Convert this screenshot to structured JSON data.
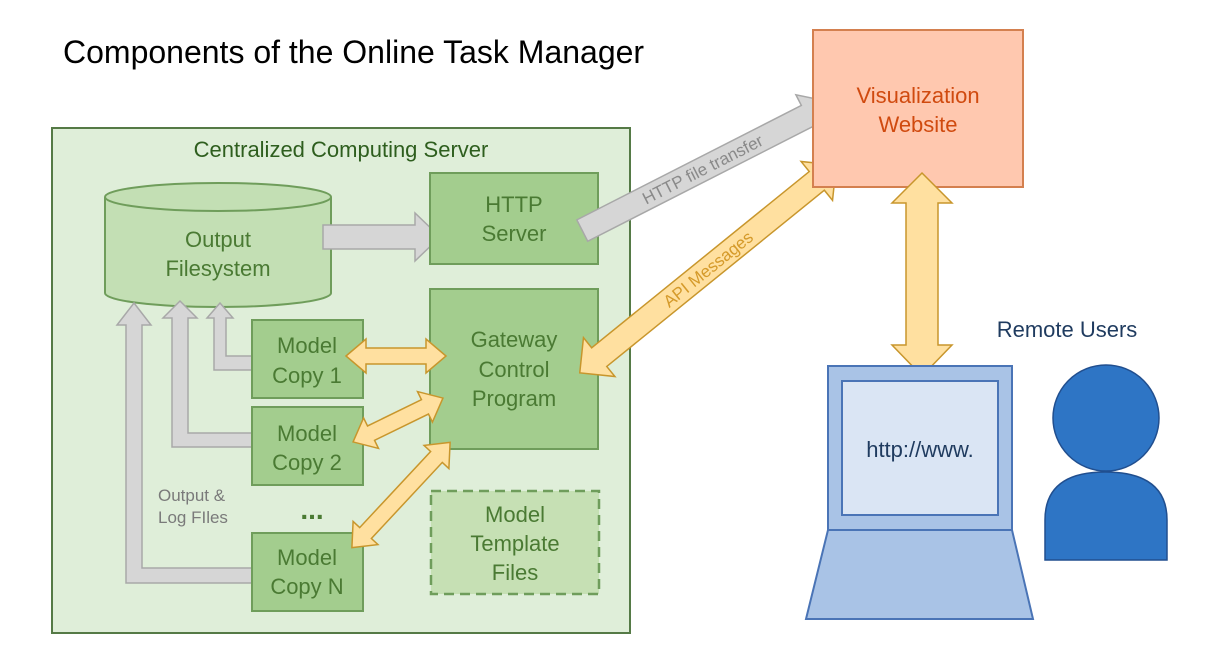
{
  "title": "Components of the Online Task Manager",
  "server": {
    "label": "Centralized Computing Server"
  },
  "filesystem": {
    "line1": "Output",
    "line2": "Filesystem"
  },
  "http_server": {
    "line1": "HTTP",
    "line2": "Server"
  },
  "gateway": {
    "line1": "Gateway",
    "line2": "Control",
    "line3": "Program"
  },
  "models": [
    {
      "line1": "Model",
      "line2": "Copy 1"
    },
    {
      "line1": "Model",
      "line2": "Copy 2"
    },
    {
      "line1": "Model",
      "line2": "Copy N"
    }
  ],
  "ellipsis": "...",
  "template": {
    "line1": "Model",
    "line2": "Template",
    "line3": "Files"
  },
  "output_log": {
    "line1": "Output &",
    "line2": "Log FIles"
  },
  "website": {
    "line1": "Visualization",
    "line2": "Website"
  },
  "arrows": {
    "http_transfer": "HTTP file transfer",
    "api_messages": "API Messages"
  },
  "remote_users": "Remote Users",
  "url": "http://www.",
  "colors": {
    "server_fill": "#dfeed9",
    "server_stroke": "#557a46",
    "box_fill": "#a3cd8e",
    "box_stroke": "#6f9d5b",
    "box_text": "#4a7a33",
    "cyl_fill": "#c3dfb4",
    "template_fill": "#c6e0b4",
    "website_fill": "#ffc8af",
    "website_stroke": "#d4804f",
    "website_text": "#d04a0f",
    "gray_arrow": "#d6d6d6",
    "gray_stroke": "#a8a8a8",
    "yellow_arrow": "#ffe0a0",
    "yellow_stroke": "#c8962c",
    "yellow_text": "#d59a2a",
    "laptop_fill": "#a9c3e6",
    "laptop_stroke": "#4a74b6",
    "screen_fill": "#dae5f4",
    "person_fill": "#2e75c5",
    "person_stroke": "#214f8f",
    "dark_text": "#1f3b5f"
  }
}
